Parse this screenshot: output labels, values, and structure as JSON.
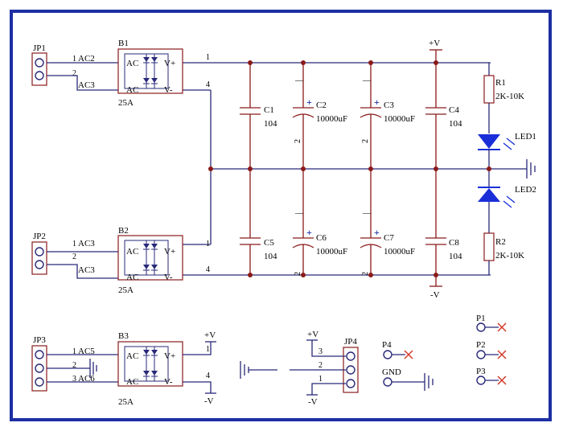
{
  "connectors": {
    "jp1": {
      "ref": "JP1",
      "pin1": "1",
      "pin2": "2",
      "net1": "AC2",
      "net2": "AC3"
    },
    "jp2": {
      "ref": "JP2",
      "pin1": "1",
      "pin2": "2",
      "net1": "AC3",
      "net2": "AC3"
    },
    "jp3": {
      "ref": "JP3",
      "pin1": "1",
      "pin2": "2",
      "pin3": "3",
      "net1": "AC5",
      "net3": "AC6"
    },
    "jp4": {
      "ref": "JP4",
      "pin1": "1",
      "pin2": "2",
      "pin3": "3"
    }
  },
  "bridges": [
    {
      "ref": "B1",
      "value": "25A",
      "ac": "AC",
      "vplus": "V+",
      "vminus": "V-",
      "pin_plus": "1",
      "pin_minus": "4"
    },
    {
      "ref": "B2",
      "value": "25A",
      "ac": "AC",
      "vplus": "V+",
      "vminus": "V-",
      "pin_plus": "1",
      "pin_minus": "4"
    },
    {
      "ref": "B3",
      "value": "25A",
      "ac": "AC",
      "vplus": "V+",
      "vminus": "V-",
      "pin_plus": "1",
      "pin_minus": "4"
    }
  ],
  "caps": {
    "c1": {
      "ref": "C1",
      "value": "104"
    },
    "c2": {
      "ref": "C2",
      "value": "10000uF",
      "pin": "2"
    },
    "c3": {
      "ref": "C3",
      "value": "10000uF",
      "pin": "2"
    },
    "c4": {
      "ref": "C4",
      "value": "104"
    },
    "c5": {
      "ref": "C5",
      "value": "104"
    },
    "c6": {
      "ref": "C6",
      "value": "10000uF",
      "pin": "2"
    },
    "c7": {
      "ref": "C7",
      "value": "10000uF",
      "pin": "2"
    },
    "c8": {
      "ref": "C8",
      "value": "104"
    }
  },
  "resistors": {
    "r1": {
      "ref": "R1",
      "value": "2K-10K"
    },
    "r2": {
      "ref": "R2",
      "value": "2K-10K"
    }
  },
  "leds": {
    "led1": "LED1",
    "led2": "LED2"
  },
  "power": {
    "vplus": "+V",
    "vminus": "-V"
  },
  "pads": {
    "p1": "P1",
    "p2": "P2",
    "p3": "P3",
    "p4": "P4",
    "gnd": "GND"
  },
  "colors": {
    "frame": "#1d2fa3",
    "wire": "#29297a",
    "component": "#8a1a1a",
    "led": "#1a2fd8",
    "no_connect": "#d43a2a"
  }
}
